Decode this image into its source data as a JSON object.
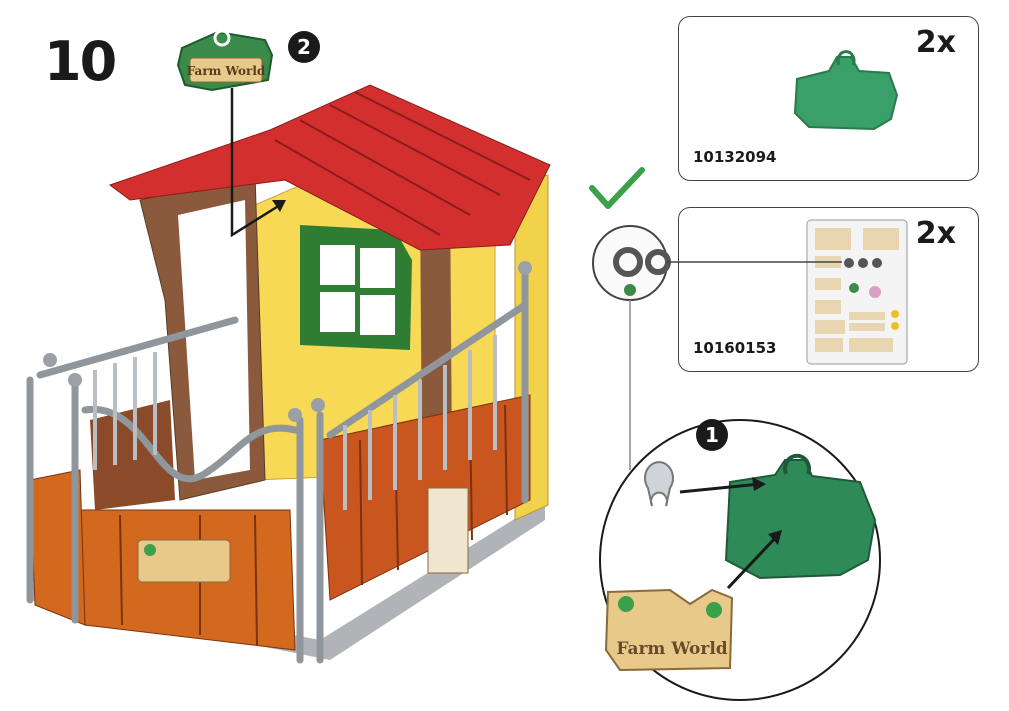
{
  "step": {
    "number": "10"
  },
  "markers": {
    "substep_1": "1",
    "substep_2": "2"
  },
  "sign": {
    "text": "Farm World"
  },
  "parts": [
    {
      "quantity": "2x",
      "part_number": "10132094",
      "icon": "green-sign-plate-icon"
    },
    {
      "quantity": "2x",
      "part_number": "10160153",
      "icon": "sticker-sheet-icon"
    }
  ],
  "detail": {
    "sign_text": "Farm World",
    "check_icon": "checkmark-icon"
  },
  "colors": {
    "roof": "#c8242b",
    "wall": "#f2d24a",
    "frame": "#8b5a3c",
    "green": "#2e8b57",
    "rail": "#9aa0a6",
    "panel": "#d2691e"
  }
}
